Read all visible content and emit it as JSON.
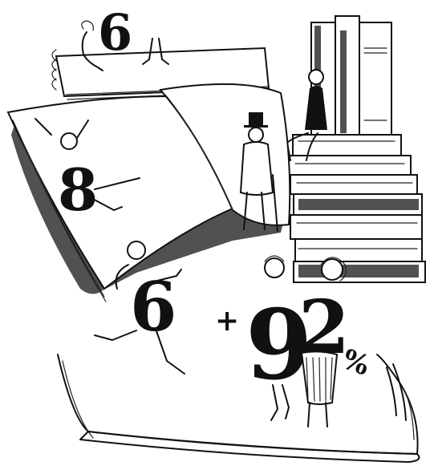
{
  "illustration": {
    "style": "black-ink sketch on white",
    "numerals": {
      "top_six": "6",
      "book_eight": "8",
      "runner_six": "6",
      "plus_sign": "+",
      "girl_nine": "9",
      "girl_two": "2",
      "percent": "%"
    }
  }
}
